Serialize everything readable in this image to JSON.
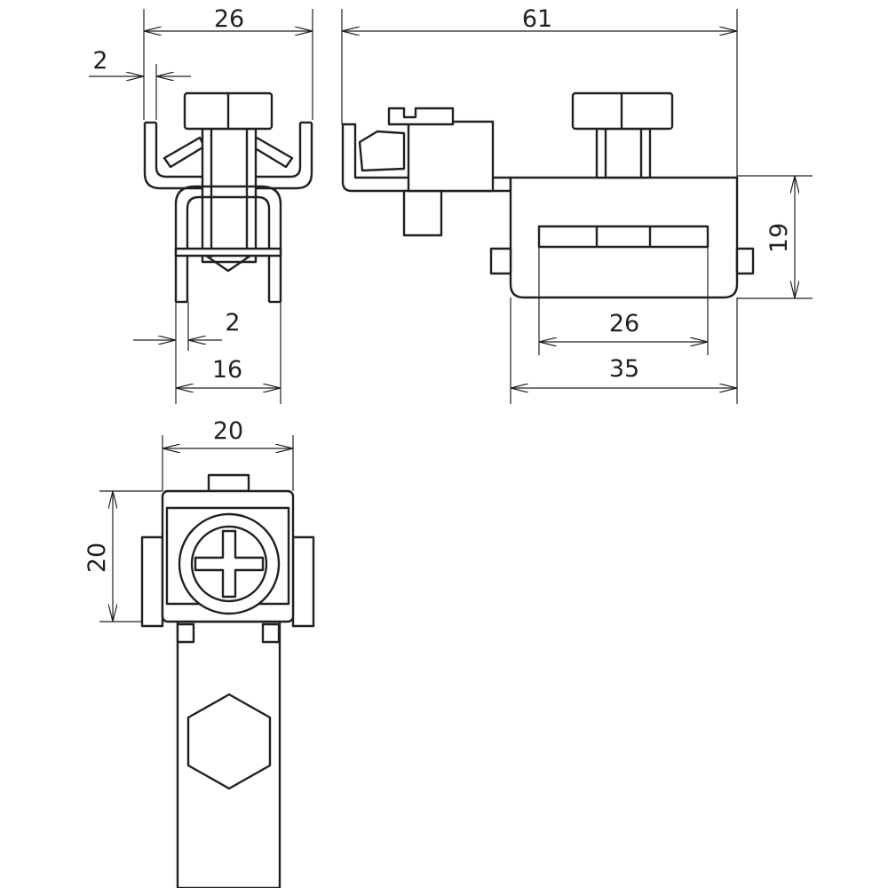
{
  "dimensions": {
    "front_width": "26",
    "front_wall_thickness": "2",
    "front_clip_thickness": "2",
    "front_clip_width": "16",
    "side_length": "61",
    "side_height": "19",
    "side_slot_length": "26",
    "side_body_length": "35",
    "bottom_width": "20",
    "bottom_height": "20"
  },
  "colors": {
    "line": "#231f20",
    "background": "#ffffff"
  }
}
